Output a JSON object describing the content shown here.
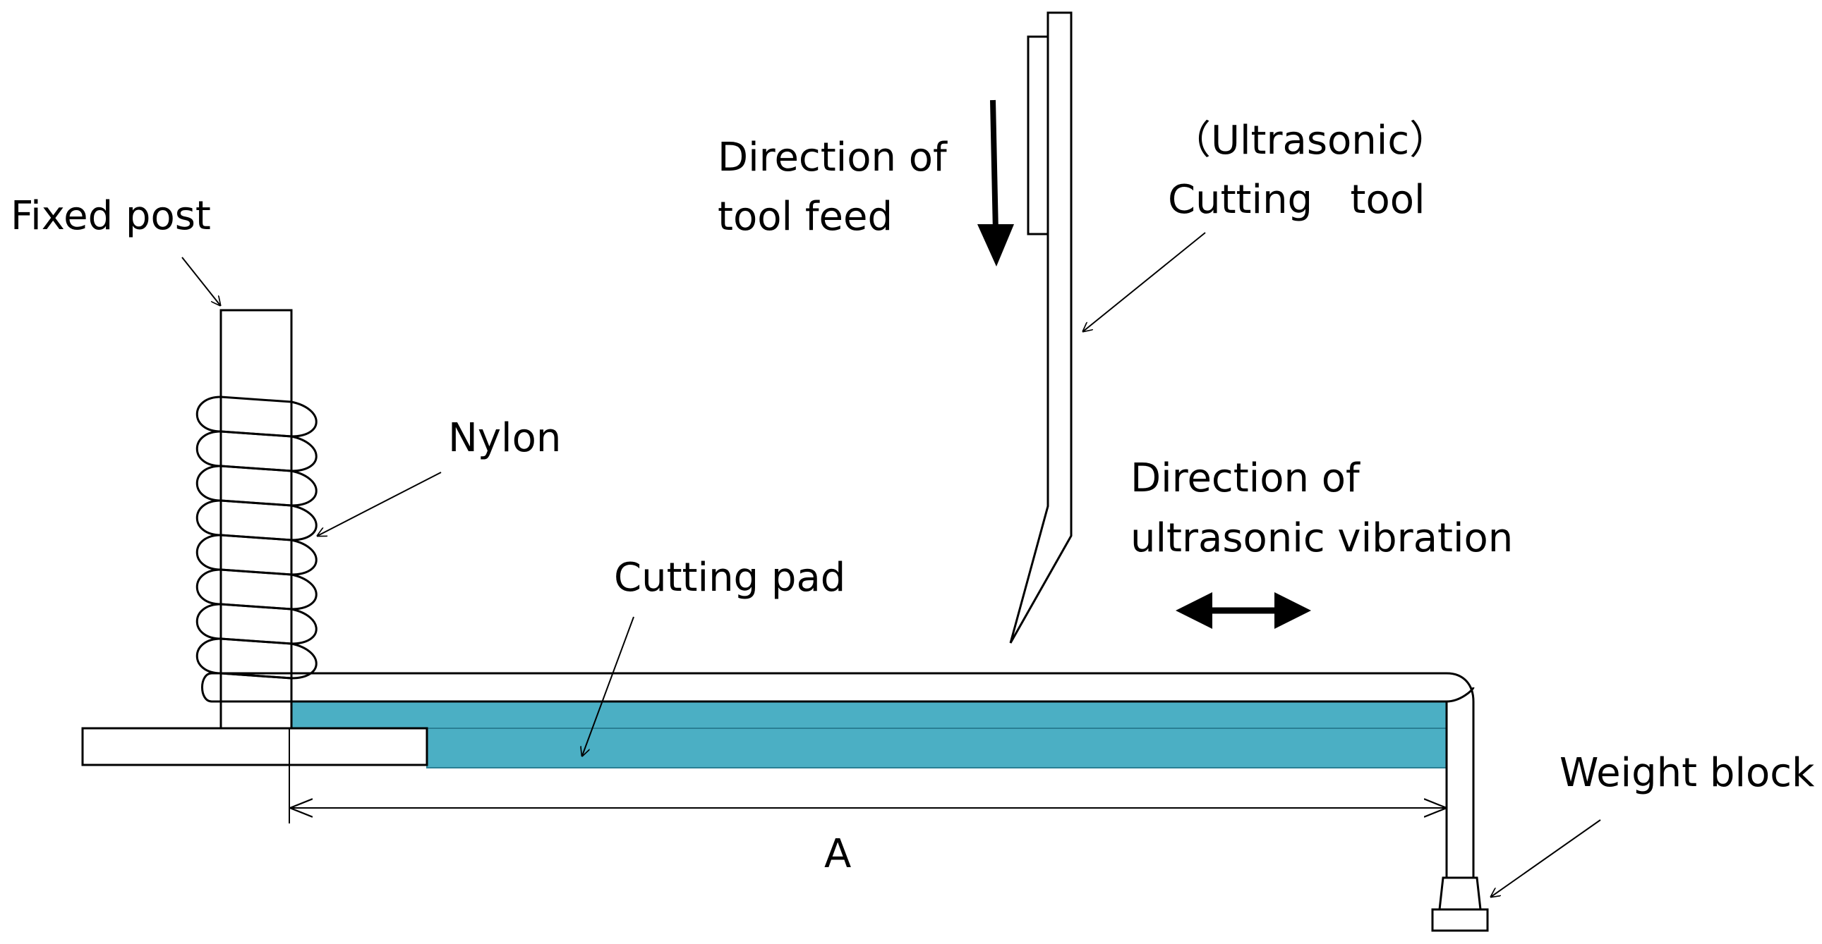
{
  "labels": {
    "fixed_post": "Fixed post",
    "nylon": "Nylon",
    "direction_tool_feed_line1": "Direction of",
    "direction_tool_feed_line2": "tool feed",
    "ultrasonic": "（Ultrasonic）",
    "cutting_tool": "Cutting   tool",
    "direction_vibration_line1": "Direction of",
    "direction_vibration_line2": "ultrasonic vibration",
    "cutting_pad": "Cutting pad",
    "weight_block": "Weight block",
    "dimension_a": "A"
  },
  "colors": {
    "line": "#000000",
    "pad_fill": "#4BAFC4",
    "pad_edge": "#2A7F94",
    "background": "#ffffff"
  }
}
